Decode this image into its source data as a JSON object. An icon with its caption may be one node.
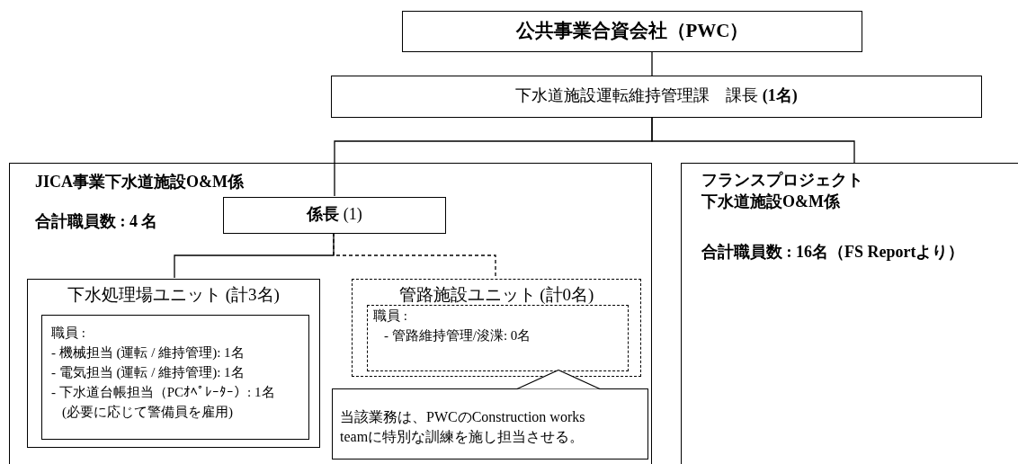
{
  "diagram": {
    "nodes": [
      {
        "text": [
          "公共事業合資会社（PWC）"
        ]
      },
      {
        "text": [
          "下水道施設運転維持管理課　課長 **(1名)**"
        ]
      },
      {
        "text": [
          "JICA事業下水道施設O&M係",
          "合計職員数 : 4 名"
        ]
      },
      {
        "text": [
          "フランスプロジェクト",
          "下水道施設O&M係",
          "合計職員数 : 16名（FS Reportより）"
        ]
      },
      {
        "text": [
          "**係長** (1)"
        ],
        "in": 2
      },
      {
        "text": [
          "下水処理場ユニット (計3名)"
        ],
        "in": 2
      },
      {
        "text": [
          "職員 :",
          "- 機械担当 (運転 / 維持管理): 1名",
          "- 電気担当 (運転 / 維持管理): 1名",
          "- 下水道台帳担当（PCｵﾍﾟﾚｰﾀｰ）: 1名",
          "(必要に応じて警備員を雇用)"
        ],
        "in": 5
      },
      {
        "text": [
          "管路施設ユニット (計0名)"
        ],
        "in": 2
      },
      {
        "text": [
          "職員 :",
          "- 管路維持管理/浚渫: 0名"
        ],
        "in": 7
      },
      {
        "text": [
          "当該業務は、PWCのConstruction works teamに特別な訓練を施し担当させる。"
        ],
        "in": 2
      }
    ],
    "edges": [
      {
        "from": 0,
        "to": 1,
        "arrow": "none"
      },
      {
        "from": 1,
        "to": 4,
        "arrow": "none"
      },
      {
        "from": 1,
        "to": 3,
        "arrow": "none"
      },
      {
        "from": 4,
        "to": 5,
        "arrow": "none"
      },
      {
        "from": 4,
        "to": 7,
        "arrow": "none",
        "style": "dashed"
      },
      {
        "from": 9,
        "to": 8,
        "arrow": "none"
      }
    ]
  }
}
